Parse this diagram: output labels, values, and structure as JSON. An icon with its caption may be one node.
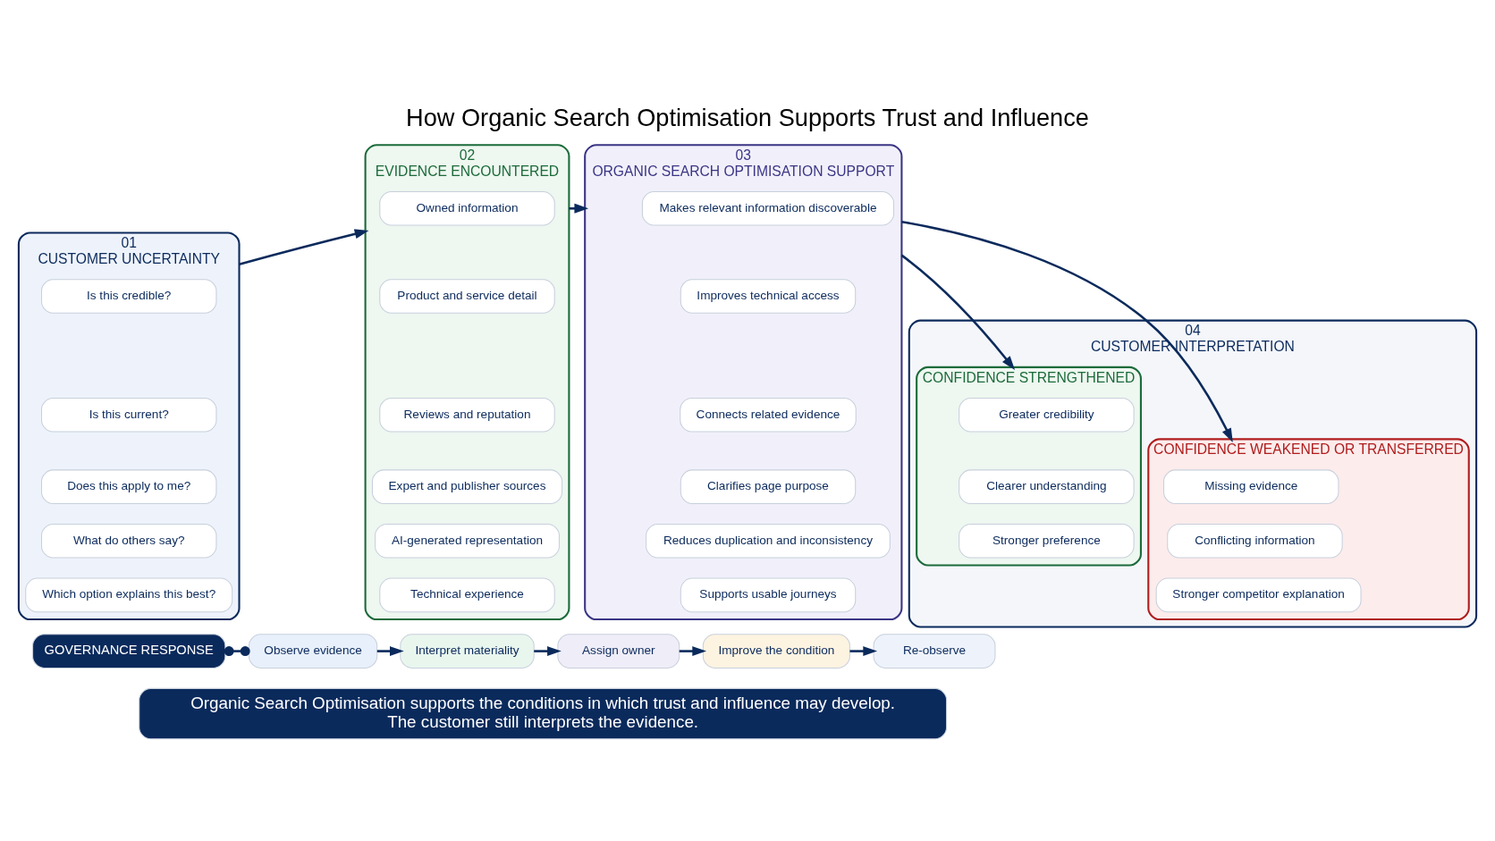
{
  "diagram": {
    "title": "How Organic Search Optimisation Supports Trust and Influence",
    "nodes": [
      {
        "text": [
          "01",
          "CUSTOMER UNCERTAINTY"
        ]
      },
      {
        "text": [
          "Is this credible?"
        ],
        "in": 0
      },
      {
        "text": [
          "Is this current?"
        ],
        "in": 0
      },
      {
        "text": [
          "Does this apply to me?"
        ],
        "in": 0
      },
      {
        "text": [
          "What do others say?"
        ],
        "in": 0
      },
      {
        "text": [
          "Which option explains this best?"
        ],
        "in": 0
      },
      {
        "text": [
          "02",
          "EVIDENCE ENCOUNTERED"
        ]
      },
      {
        "text": [
          "Owned information"
        ],
        "in": 6
      },
      {
        "text": [
          "Product and service detail"
        ],
        "in": 6
      },
      {
        "text": [
          "Reviews and reputation"
        ],
        "in": 6
      },
      {
        "text": [
          "Expert and publisher sources"
        ],
        "in": 6
      },
      {
        "text": [
          "AI-generated representation"
        ],
        "in": 6
      },
      {
        "text": [
          "Technical experience"
        ],
        "in": 6
      },
      {
        "text": [
          "03",
          "ORGANIC SEARCH OPTIMISATION SUPPORT"
        ]
      },
      {
        "text": [
          "Makes relevant information discoverable"
        ],
        "in": 13
      },
      {
        "text": [
          "Improves technical access"
        ],
        "in": 13
      },
      {
        "text": [
          "Connects related evidence"
        ],
        "in": 13
      },
      {
        "text": [
          "Clarifies page purpose"
        ],
        "in": 13
      },
      {
        "text": [
          "Reduces duplication and inconsistency"
        ],
        "in": 13
      },
      {
        "text": [
          "Supports usable journeys"
        ],
        "in": 13
      },
      {
        "text": [
          "04",
          "CUSTOMER INTERPRETATION"
        ]
      },
      {
        "text": [
          "CONFIDENCE STRENGTHENED"
        ],
        "in": 20
      },
      {
        "text": [
          "Greater credibility"
        ],
        "in": 21
      },
      {
        "text": [
          "Clearer understanding"
        ],
        "in": 21
      },
      {
        "text": [
          "Stronger preference"
        ],
        "in": 21
      },
      {
        "text": [
          "CONFIDENCE WEAKENED OR TRANSFERRED"
        ],
        "in": 20
      },
      {
        "text": [
          "Missing evidence"
        ],
        "in": 25
      },
      {
        "text": [
          "Conflicting information"
        ],
        "in": 25
      },
      {
        "text": [
          "Stronger competitor explanation"
        ],
        "in": 25
      },
      {
        "text": [
          "GOVERNANCE RESPONSE"
        ]
      },
      {
        "text": [
          "Observe evidence"
        ]
      },
      {
        "text": [
          "Interpret materiality"
        ]
      },
      {
        "text": [
          "Assign owner"
        ]
      },
      {
        "text": [
          "Improve the condition"
        ]
      },
      {
        "text": [
          "Re-observe"
        ]
      },
      {
        "text": [
          "Organic Search Optimisation supports the conditions in which trust and influence may develop.",
          "The customer still interprets the evidence."
        ]
      }
    ],
    "edges": [
      {
        "from": 0,
        "to": 6,
        "arrow": "to"
      },
      {
        "from": 6,
        "to": 13,
        "arrow": "to"
      },
      {
        "from": 13,
        "to": 21,
        "arrow": "to"
      },
      {
        "from": 13,
        "to": 25,
        "arrow": "to"
      },
      {
        "from": 29,
        "to": 30,
        "arrow": "other"
      },
      {
        "from": 30,
        "to": 31,
        "arrow": "to"
      },
      {
        "from": 31,
        "to": 32,
        "arrow": "to"
      },
      {
        "from": 32,
        "to": 33,
        "arrow": "to"
      },
      {
        "from": 33,
        "to": 34,
        "arrow": "to"
      }
    ]
  }
}
